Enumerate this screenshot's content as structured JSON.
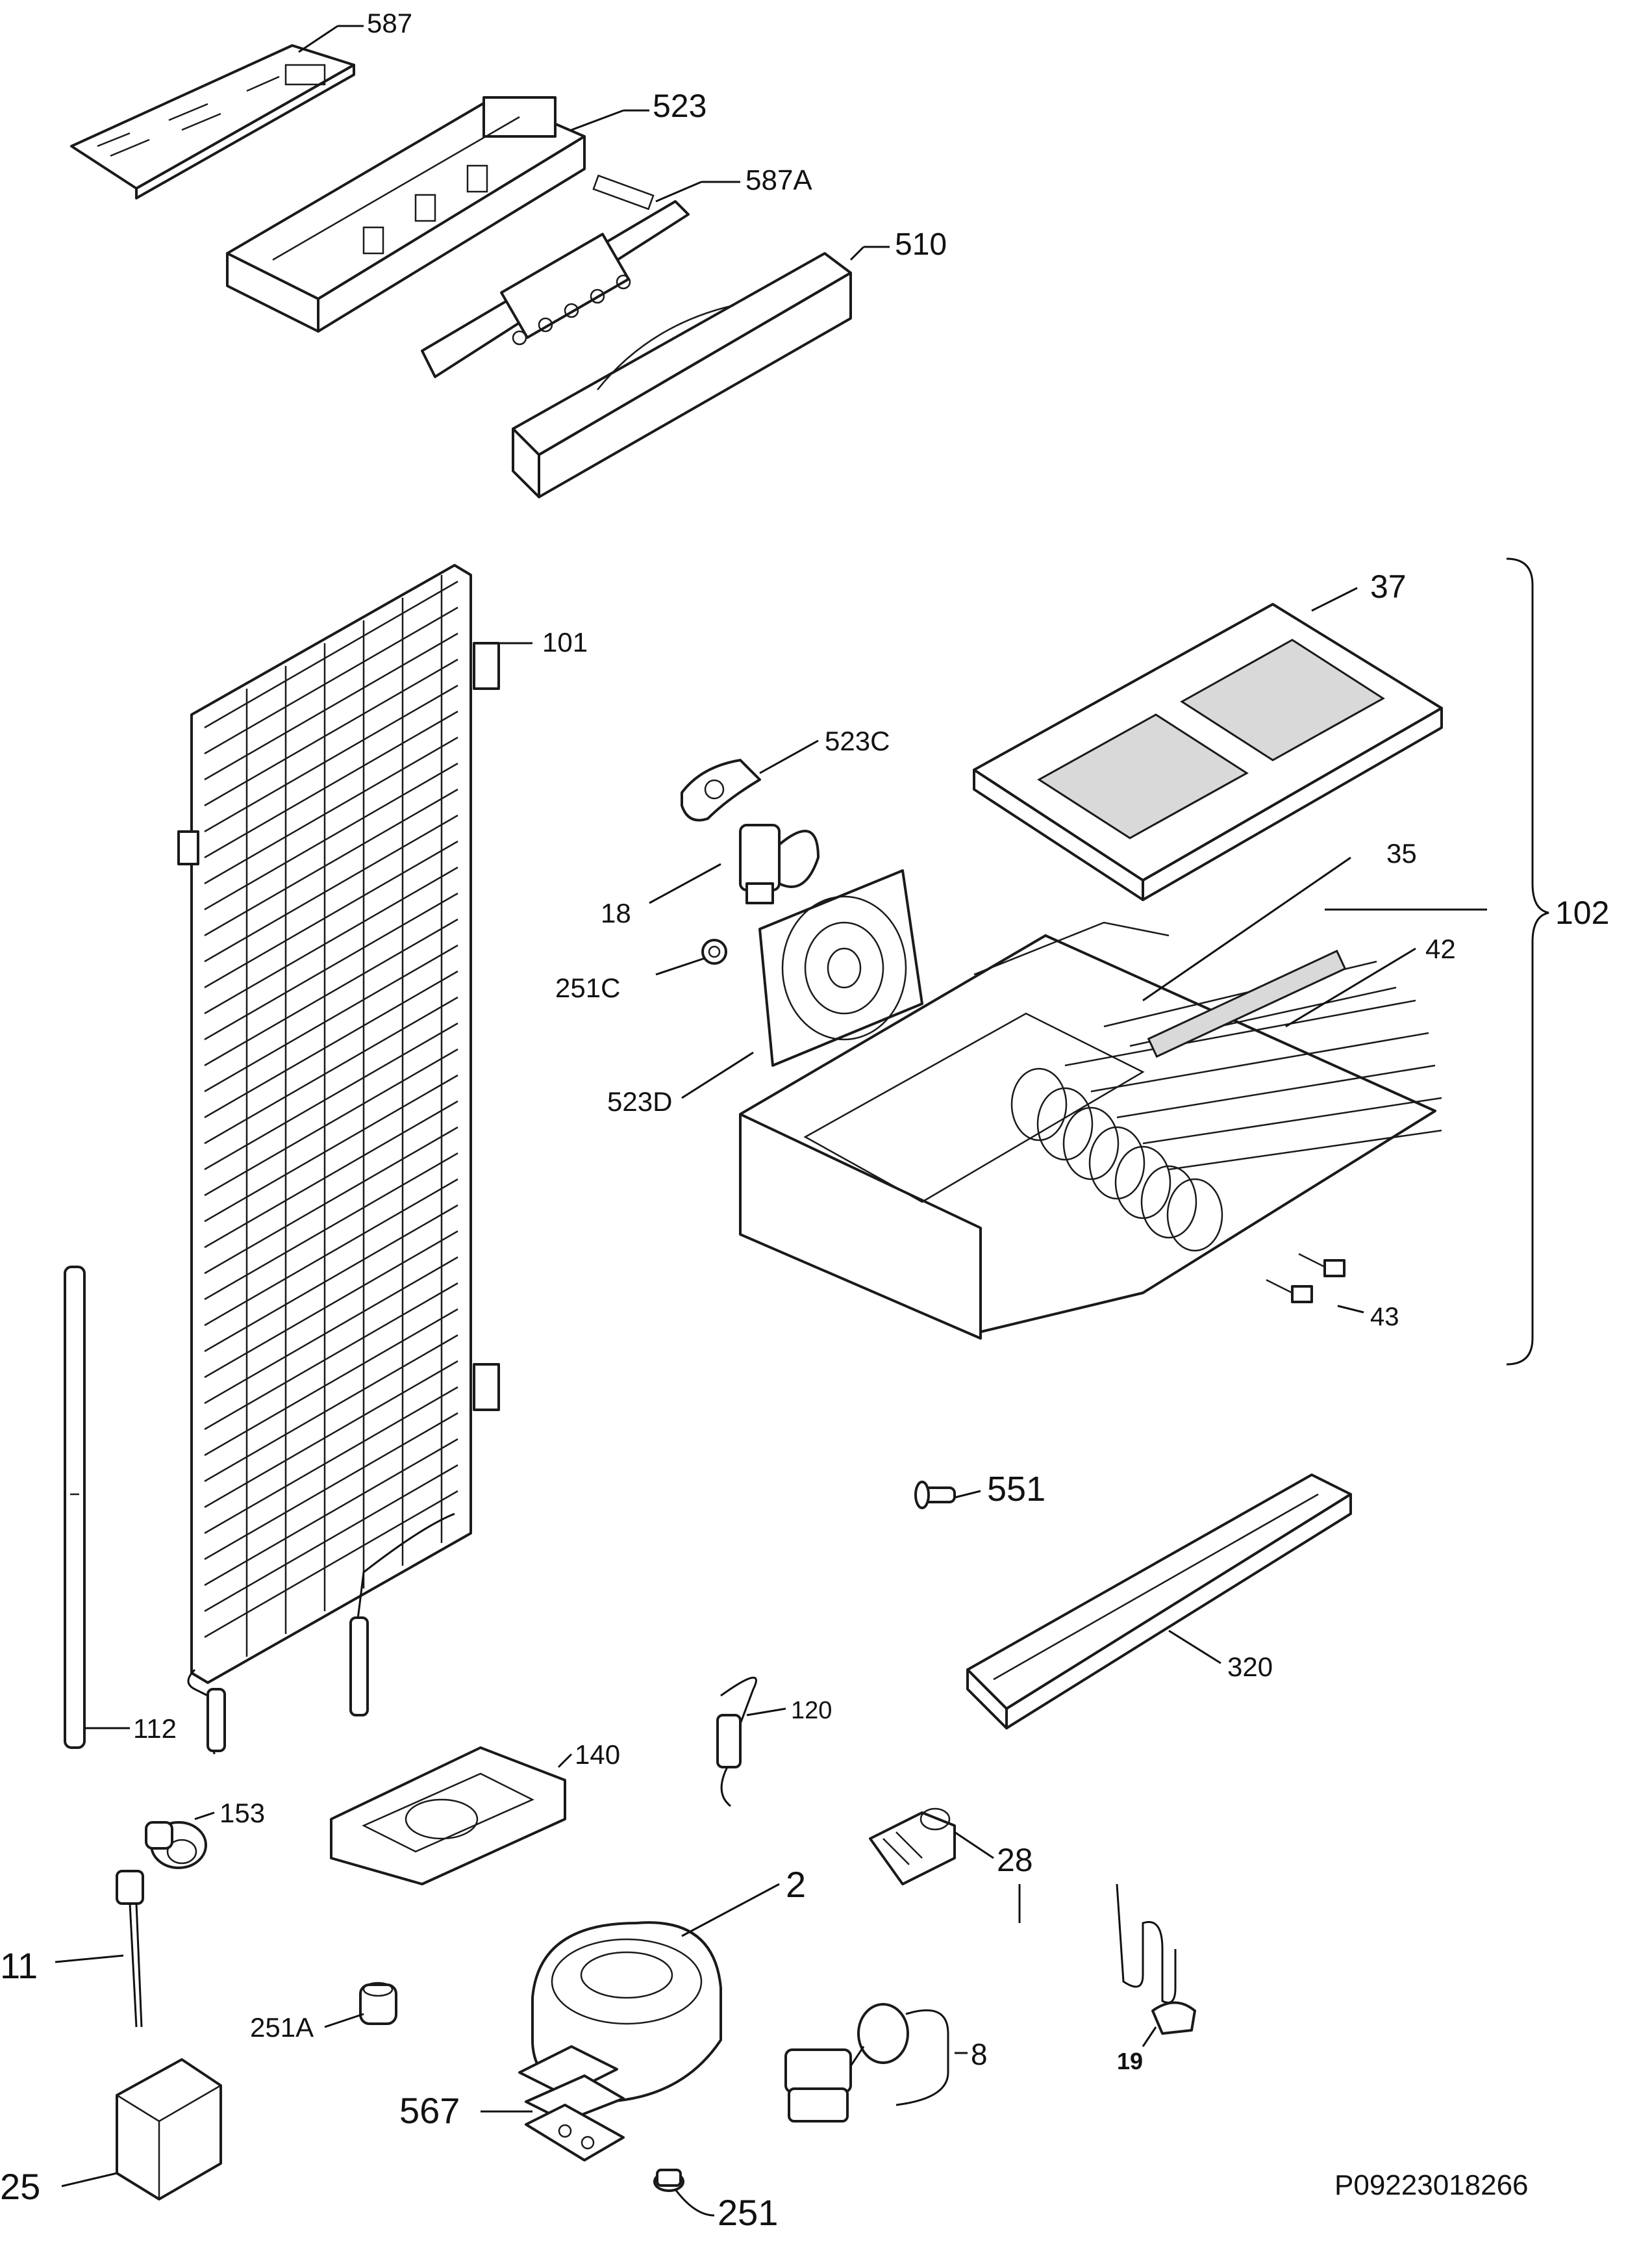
{
  "diagram": {
    "type": "exploded-parts-diagram",
    "drawing_number": "P09223018266",
    "callouts": [
      {
        "id": "587"
      },
      {
        "id": "523"
      },
      {
        "id": "587A"
      },
      {
        "id": "510"
      },
      {
        "id": "101"
      },
      {
        "id": "37"
      },
      {
        "id": "523C"
      },
      {
        "id": "18"
      },
      {
        "id": "35"
      },
      {
        "id": "42"
      },
      {
        "id": "102"
      },
      {
        "id": "251C"
      },
      {
        "id": "523D"
      },
      {
        "id": "43"
      },
      {
        "id": "551"
      },
      {
        "id": "320"
      },
      {
        "id": "112"
      },
      {
        "id": "120"
      },
      {
        "id": "140"
      },
      {
        "id": "153"
      },
      {
        "id": "28"
      },
      {
        "id": "2"
      },
      {
        "id": "11"
      },
      {
        "id": "251A"
      },
      {
        "id": "8"
      },
      {
        "id": "19"
      },
      {
        "id": "567"
      },
      {
        "id": "25"
      },
      {
        "id": "251"
      }
    ]
  }
}
